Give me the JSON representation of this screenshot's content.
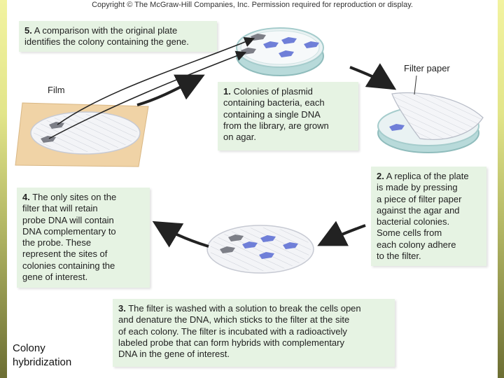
{
  "copyright": "Copyright © The McGraw-Hill Companies, Inc. Permission required for reproduction or display.",
  "steps": [
    {
      "number": "1.",
      "text": "Colonies of plasmid\ncontaining bacteria, each\ncontaining a single DNA\nfrom the library, are grown\non agar."
    },
    {
      "number": "2.",
      "text": "A replica of the plate\nis made by pressing\na piece of filter paper\nagainst the agar and\nbacterial colonies.\nSome cells from\neach colony adhere\nto the filter."
    },
    {
      "number": "3.",
      "text": "The filter is washed with a solution to break the cells open\nand denature the DNA, which sticks to the filter at the site\nof each colony. The filter is incubated with a radioactively\nlabeled probe that can form hybrids with complementary\nDNA in the gene of interest."
    },
    {
      "number": "4.",
      "text": "The only sites on the\nfilter that will retain\nprobe DNA will contain\nDNA complementary to\nthe probe. These\nrepresent the sites of\ncolonies containing the\ngene of interest."
    },
    {
      "number": "5.",
      "text": "A comparison with the original plate\nidentifies the colony containing the gene."
    }
  ],
  "labels": {
    "film": "Film",
    "filter_paper": "Filter paper"
  },
  "caption": "Colony\nhybridization",
  "colors": {
    "box_bg": "#e6f3e3",
    "colony_blue": "#6f7fd8",
    "colony_gray": "#7d7f87",
    "film": "#f0d3a6",
    "plate_edge": "#9fc8c8"
  }
}
